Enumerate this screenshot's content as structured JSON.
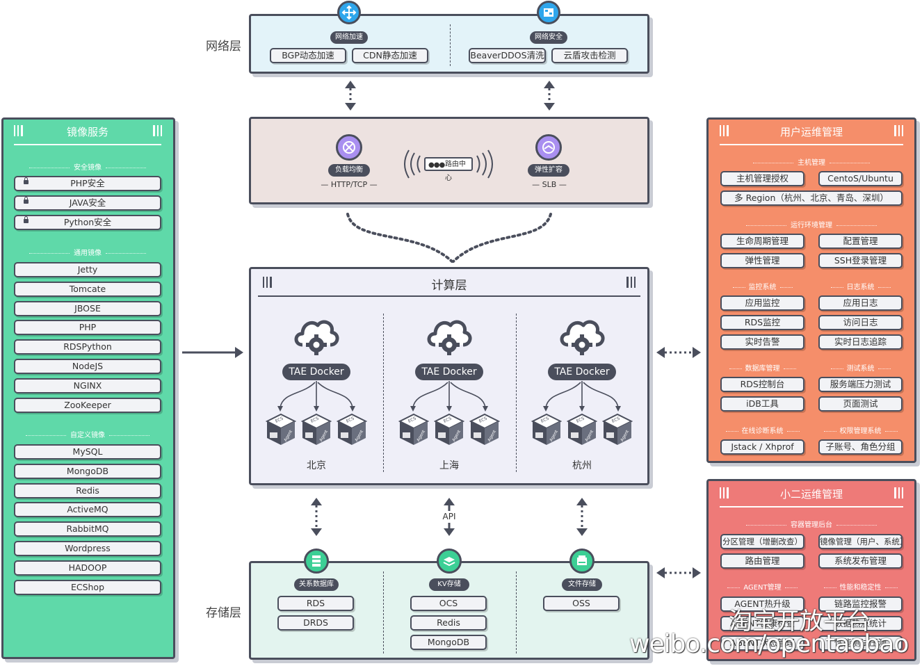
{
  "network": {
    "label": "网络层",
    "accel_tag": "网络加速",
    "security_tag": "网络安全",
    "items": [
      "BGP动态加速",
      "CDN静态加速",
      "BeaverDDOS清洗",
      "云盾攻击检测"
    ]
  },
  "gateway": {
    "lb_tag": "负载均衡",
    "lb_sub": "HTTP/TCP",
    "route_center": "路由中心",
    "scale_tag": "弹性扩容",
    "scale_sub": "SLB"
  },
  "compute": {
    "title": "计算层",
    "docker": "TAE Docker",
    "cube_labels": [
      "ECS",
      "Agent"
    ],
    "cities": [
      "北京",
      "上海",
      "杭州"
    ]
  },
  "storage": {
    "label": "存储层",
    "api": "API",
    "rdb_tag": "关系数据库",
    "kv_tag": "KV存储",
    "file_tag": "文件存储",
    "rdb": [
      "RDS",
      "DRDS"
    ],
    "kv": [
      "OCS",
      "Redis",
      "MongoDB"
    ],
    "file": [
      "OSS"
    ]
  },
  "mirror": {
    "title": "镜像服务",
    "sec_label": "安全镜像",
    "sec_items": [
      "PHP安全",
      "JAVA安全",
      "Python安全"
    ],
    "common_label": "通用镜像",
    "common_items": [
      "Jetty",
      "Tomcate",
      "JBOSE",
      "PHP",
      "RDSPython",
      "NodeJS",
      "NGINX",
      "ZooKeeper"
    ],
    "custom_label": "自定义镜像",
    "custom_items": [
      "MySQL",
      "MongoDB",
      "Redis",
      "ActiveMQ",
      "RabbitMQ",
      "Wordpress",
      "HADOOP",
      "ECShop"
    ]
  },
  "user_ops": {
    "title": "用户运维管理",
    "host_label": "主机管理",
    "host_items": [
      "主机管理授权",
      "CentoS/Ubuntu"
    ],
    "host_wide": "多 Region（杭州、北京、青岛、深圳）",
    "env_label": "运行环境管理",
    "env_items": [
      "生命周期管理",
      "配置管理",
      "弹性管理",
      "SSH登录管理"
    ],
    "monitor_label": "监控系统",
    "monitor_items": [
      "应用监控",
      "RDS监控",
      "实时告警"
    ],
    "log_label": "日志系统",
    "log_items": [
      "应用日志",
      "访问日志",
      "实时日志追踪"
    ],
    "db_label": "数据库管理",
    "db_items": [
      "RDS控制台",
      "iDB工具"
    ],
    "test_label": "测试系统",
    "test_items": [
      "服务端压力测试",
      "页面测试"
    ],
    "diag_label": "在线诊断系统",
    "diag_items": [
      "Jstack / Xhprof"
    ],
    "perm_label": "权限管理系统",
    "perm_items": [
      "子账号、角色分组"
    ]
  },
  "admin_ops": {
    "title": "小二运维管理",
    "container_label": "容器管理后台",
    "container_items": [
      "分区管理（增删改查）",
      "镜像管理（用户、系统）",
      "路由管理",
      "系统发布管理"
    ],
    "agent_label": "AGENT管理",
    "agent_items": [
      "AGENT热升级",
      "AGENT健康检查",
      "AGENT状态管理"
    ],
    "perf_label": "性能和稳定性",
    "perf_items": [
      "链路监控报警",
      "数据热点统计",
      "性能测试压测"
    ]
  },
  "watermark": {
    "line1": "淘宝开放平台",
    "line2": "weibo.com/opentaobao"
  },
  "colors": {
    "network_bg": "#e3f3f9",
    "gateway_bg": "#ede2e0",
    "compute_bg": "#efeff8",
    "storage_bg": "#e3f4ef",
    "mirror_bg": "#5fd9a9",
    "user_bg": "#f58e6a",
    "admin_bg": "#ee7a78",
    "dark": "#4a4e5c",
    "icon_blue": "#2fa6ec",
    "icon_purple": "#a98ff0",
    "icon_green": "#3ccf95"
  }
}
